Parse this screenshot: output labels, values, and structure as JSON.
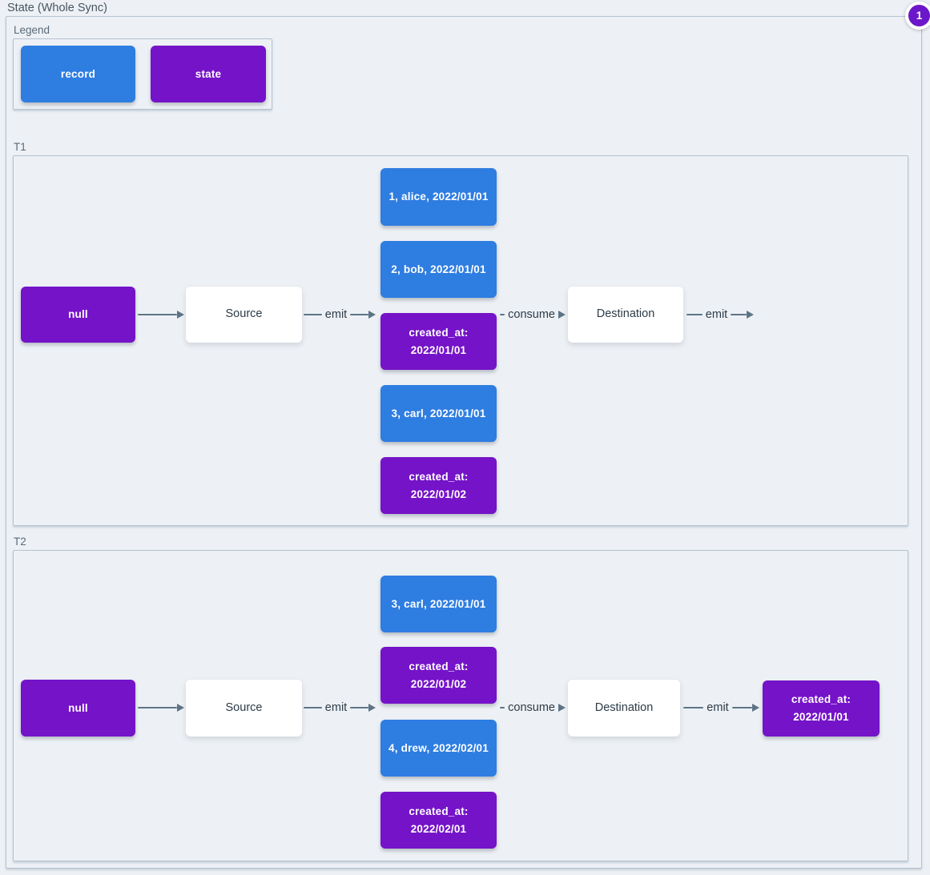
{
  "title": "State (Whole Sync)",
  "annotation_badge": {
    "value": "1"
  },
  "colors": {
    "record_blue": "#2e7de1",
    "state_purple": "#7513c8",
    "badge_purple": "#6c16c9",
    "arrow_gray": "#5d7486",
    "background": "#edf1f5"
  },
  "legend": {
    "label": "Legend",
    "items": [
      {
        "type": "record",
        "label": "record"
      },
      {
        "type": "state",
        "label": "state"
      }
    ]
  },
  "sections": [
    {
      "label": "T1",
      "null_label": "null",
      "source_label": "Source",
      "emit_label": "emit",
      "consume_label": "consume",
      "destination_label": "Destination",
      "emit_out_label": "emit",
      "queue": [
        {
          "type": "record",
          "text": "1, alice, 2022/01/01"
        },
        {
          "type": "record",
          "text": "2, bob, 2022/01/01"
        },
        {
          "type": "state",
          "text": "created_at:\n2022/01/01"
        },
        {
          "type": "record",
          "text": "3, carl, 2022/01/01"
        },
        {
          "type": "state",
          "text": "created_at:\n2022/01/02"
        }
      ]
    },
    {
      "label": "T2",
      "null_label": "null",
      "source_label": "Source",
      "emit_label": "emit",
      "consume_label": "consume",
      "destination_label": "Destination",
      "emit_out_label": "emit",
      "queue": [
        {
          "type": "record",
          "text": "3, carl, 2022/01/01"
        },
        {
          "type": "state",
          "text": "created_at:\n2022/01/02"
        },
        {
          "type": "record",
          "text": "4, drew, 2022/02/01"
        },
        {
          "type": "state",
          "text": "created_at:\n2022/02/01"
        }
      ],
      "output": {
        "type": "state",
        "text": "created_at:\n2022/01/01"
      }
    }
  ]
}
